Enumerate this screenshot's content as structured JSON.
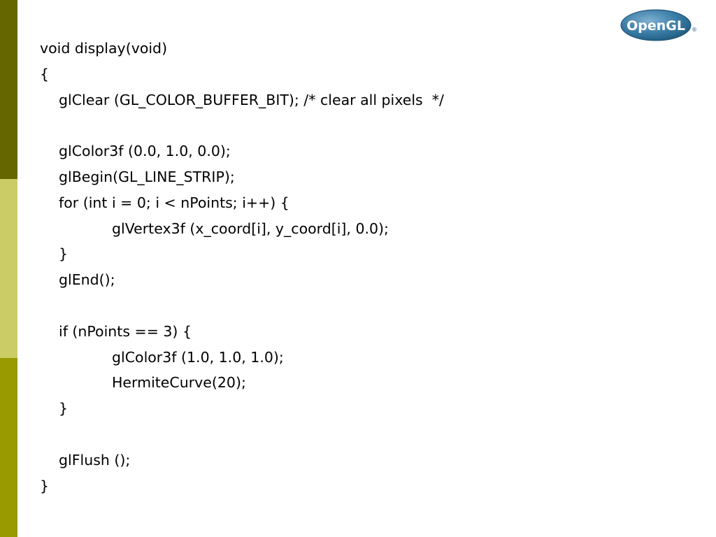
{
  "logo": {
    "text": "OpenGL",
    "registered": "®"
  },
  "slide": {
    "code_lines": [
      {
        "text": "void display(void)",
        "indent": 0
      },
      {
        "text": "{",
        "indent": 0
      },
      {
        "text": "glClear (GL_COLOR_BUFFER_BIT); /* clear all pixels  */",
        "indent": 1
      },
      {
        "text": "",
        "indent": 0
      },
      {
        "text": "glColor3f (0.0, 1.0, 0.0);",
        "indent": 1
      },
      {
        "text": "glBegin(GL_LINE_STRIP);",
        "indent": 1
      },
      {
        "text": "for (int i = 0; i < nPoints; i++) {",
        "indent": 1
      },
      {
        "text": "glVertex3f (x_coord[i], y_coord[i], 0.0);",
        "indent": 2
      },
      {
        "text": "}",
        "indent": 1
      },
      {
        "text": "glEnd();",
        "indent": 1
      },
      {
        "text": "",
        "indent": 0
      },
      {
        "text": "if (nPoints == 3) {",
        "indent": 1
      },
      {
        "text": "glColor3f (1.0, 1.0, 1.0);",
        "indent": 2
      },
      {
        "text": "HermiteCurve(20);",
        "indent": 2
      },
      {
        "text": "}",
        "indent": 1
      },
      {
        "text": "",
        "indent": 0
      },
      {
        "text": "glFlush ();",
        "indent": 1
      },
      {
        "text": "}",
        "indent": 0
      }
    ]
  },
  "colors": {
    "sidebar_top": "#666600",
    "sidebar_middle": "#cccc66",
    "sidebar_bottom": "#999900",
    "logo_blue": "#2b6c95",
    "code_text": "#000000"
  }
}
